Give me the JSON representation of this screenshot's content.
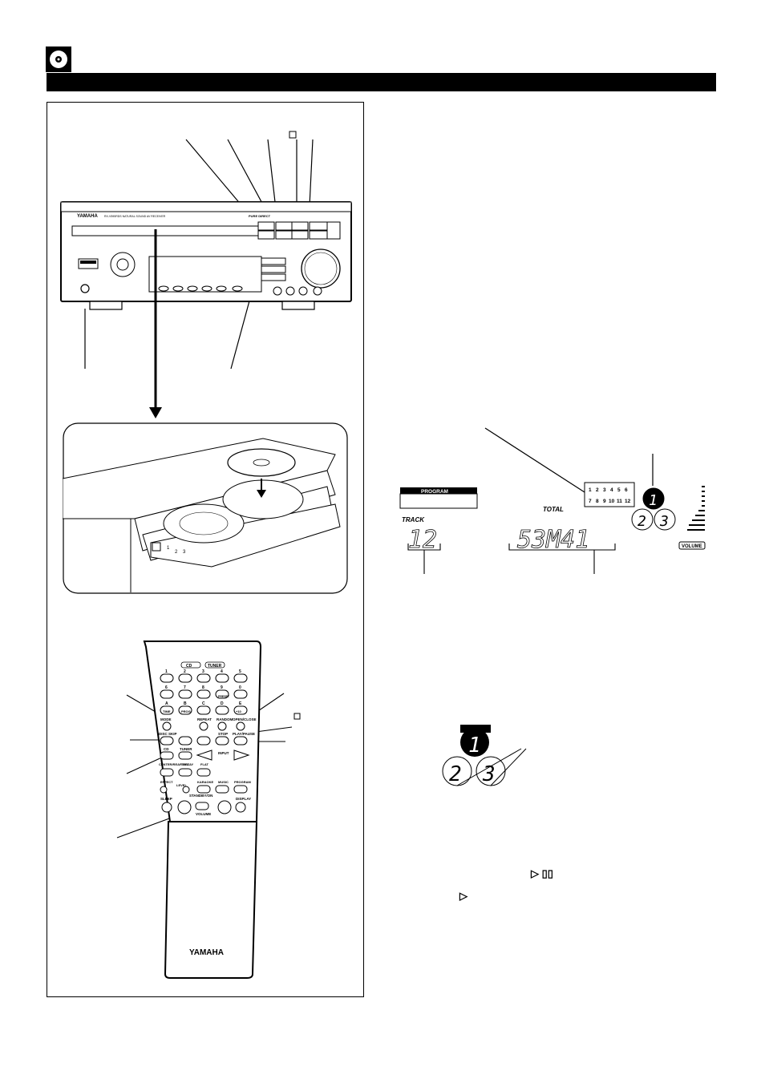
{
  "header": {
    "section_icon": "disc-icon"
  },
  "receiver": {
    "brand": "YAMAHA",
    "model_caption": "RX-V595RDS NATURAL SOUND AV RECEIVER",
    "tag": "PURE DIRECT"
  },
  "program_display": {
    "program_label": "PROGRAM",
    "track_label": "TRACK",
    "track_value": "12",
    "total_label": "TOTAL",
    "time_value": "53M41",
    "calendar_row1": [
      "1",
      "2",
      "3",
      "4",
      "5",
      "6"
    ],
    "calendar_row2": [
      "7",
      "8",
      "9",
      "10",
      "11",
      "12"
    ],
    "tray_digits": [
      "1",
      "2",
      "3"
    ],
    "volume_label": "VOLUME"
  },
  "tray_inset": {
    "tray_digits": [
      "1",
      "2",
      "3"
    ]
  },
  "remote": {
    "brand": "YAMAHA",
    "source_cd": "CD",
    "source_tuner": "TUNER",
    "row1_top": [
      "1",
      "2",
      "3",
      "4",
      "5"
    ],
    "row2_top": [
      "6",
      "7",
      "8",
      "9",
      "0"
    ],
    "row3_top": [
      "A",
      "B",
      "C",
      "D",
      "E"
    ],
    "row3_btn": [
      "TIME",
      "PROG",
      "",
      "",
      "+10"
    ],
    "preset_label": "PRESET",
    "row4": [
      "MODE",
      "REPEAT",
      "RANDOM",
      "OPEN/CLOSE"
    ],
    "row5": [
      "DISC SKIP",
      "",
      "",
      "STOP",
      "PLAY/PAUSE"
    ],
    "row6": [
      "CD",
      "TUNER",
      "INPUT"
    ],
    "row7": [
      "CENTER/REAR DELAY",
      "TEST",
      "FLAT"
    ],
    "row8": [
      "EFFECT",
      "LEVEL",
      "KARAOKE",
      "MUSIC",
      "PROGRAM"
    ],
    "row9": [
      "SLEEP",
      "STANDBY/ON",
      "DISPLAY"
    ],
    "volume_label": "VOLUME"
  },
  "symbols": {
    "stop_square": "□",
    "play_pause": "▷ ▯▯",
    "play": "▷"
  }
}
